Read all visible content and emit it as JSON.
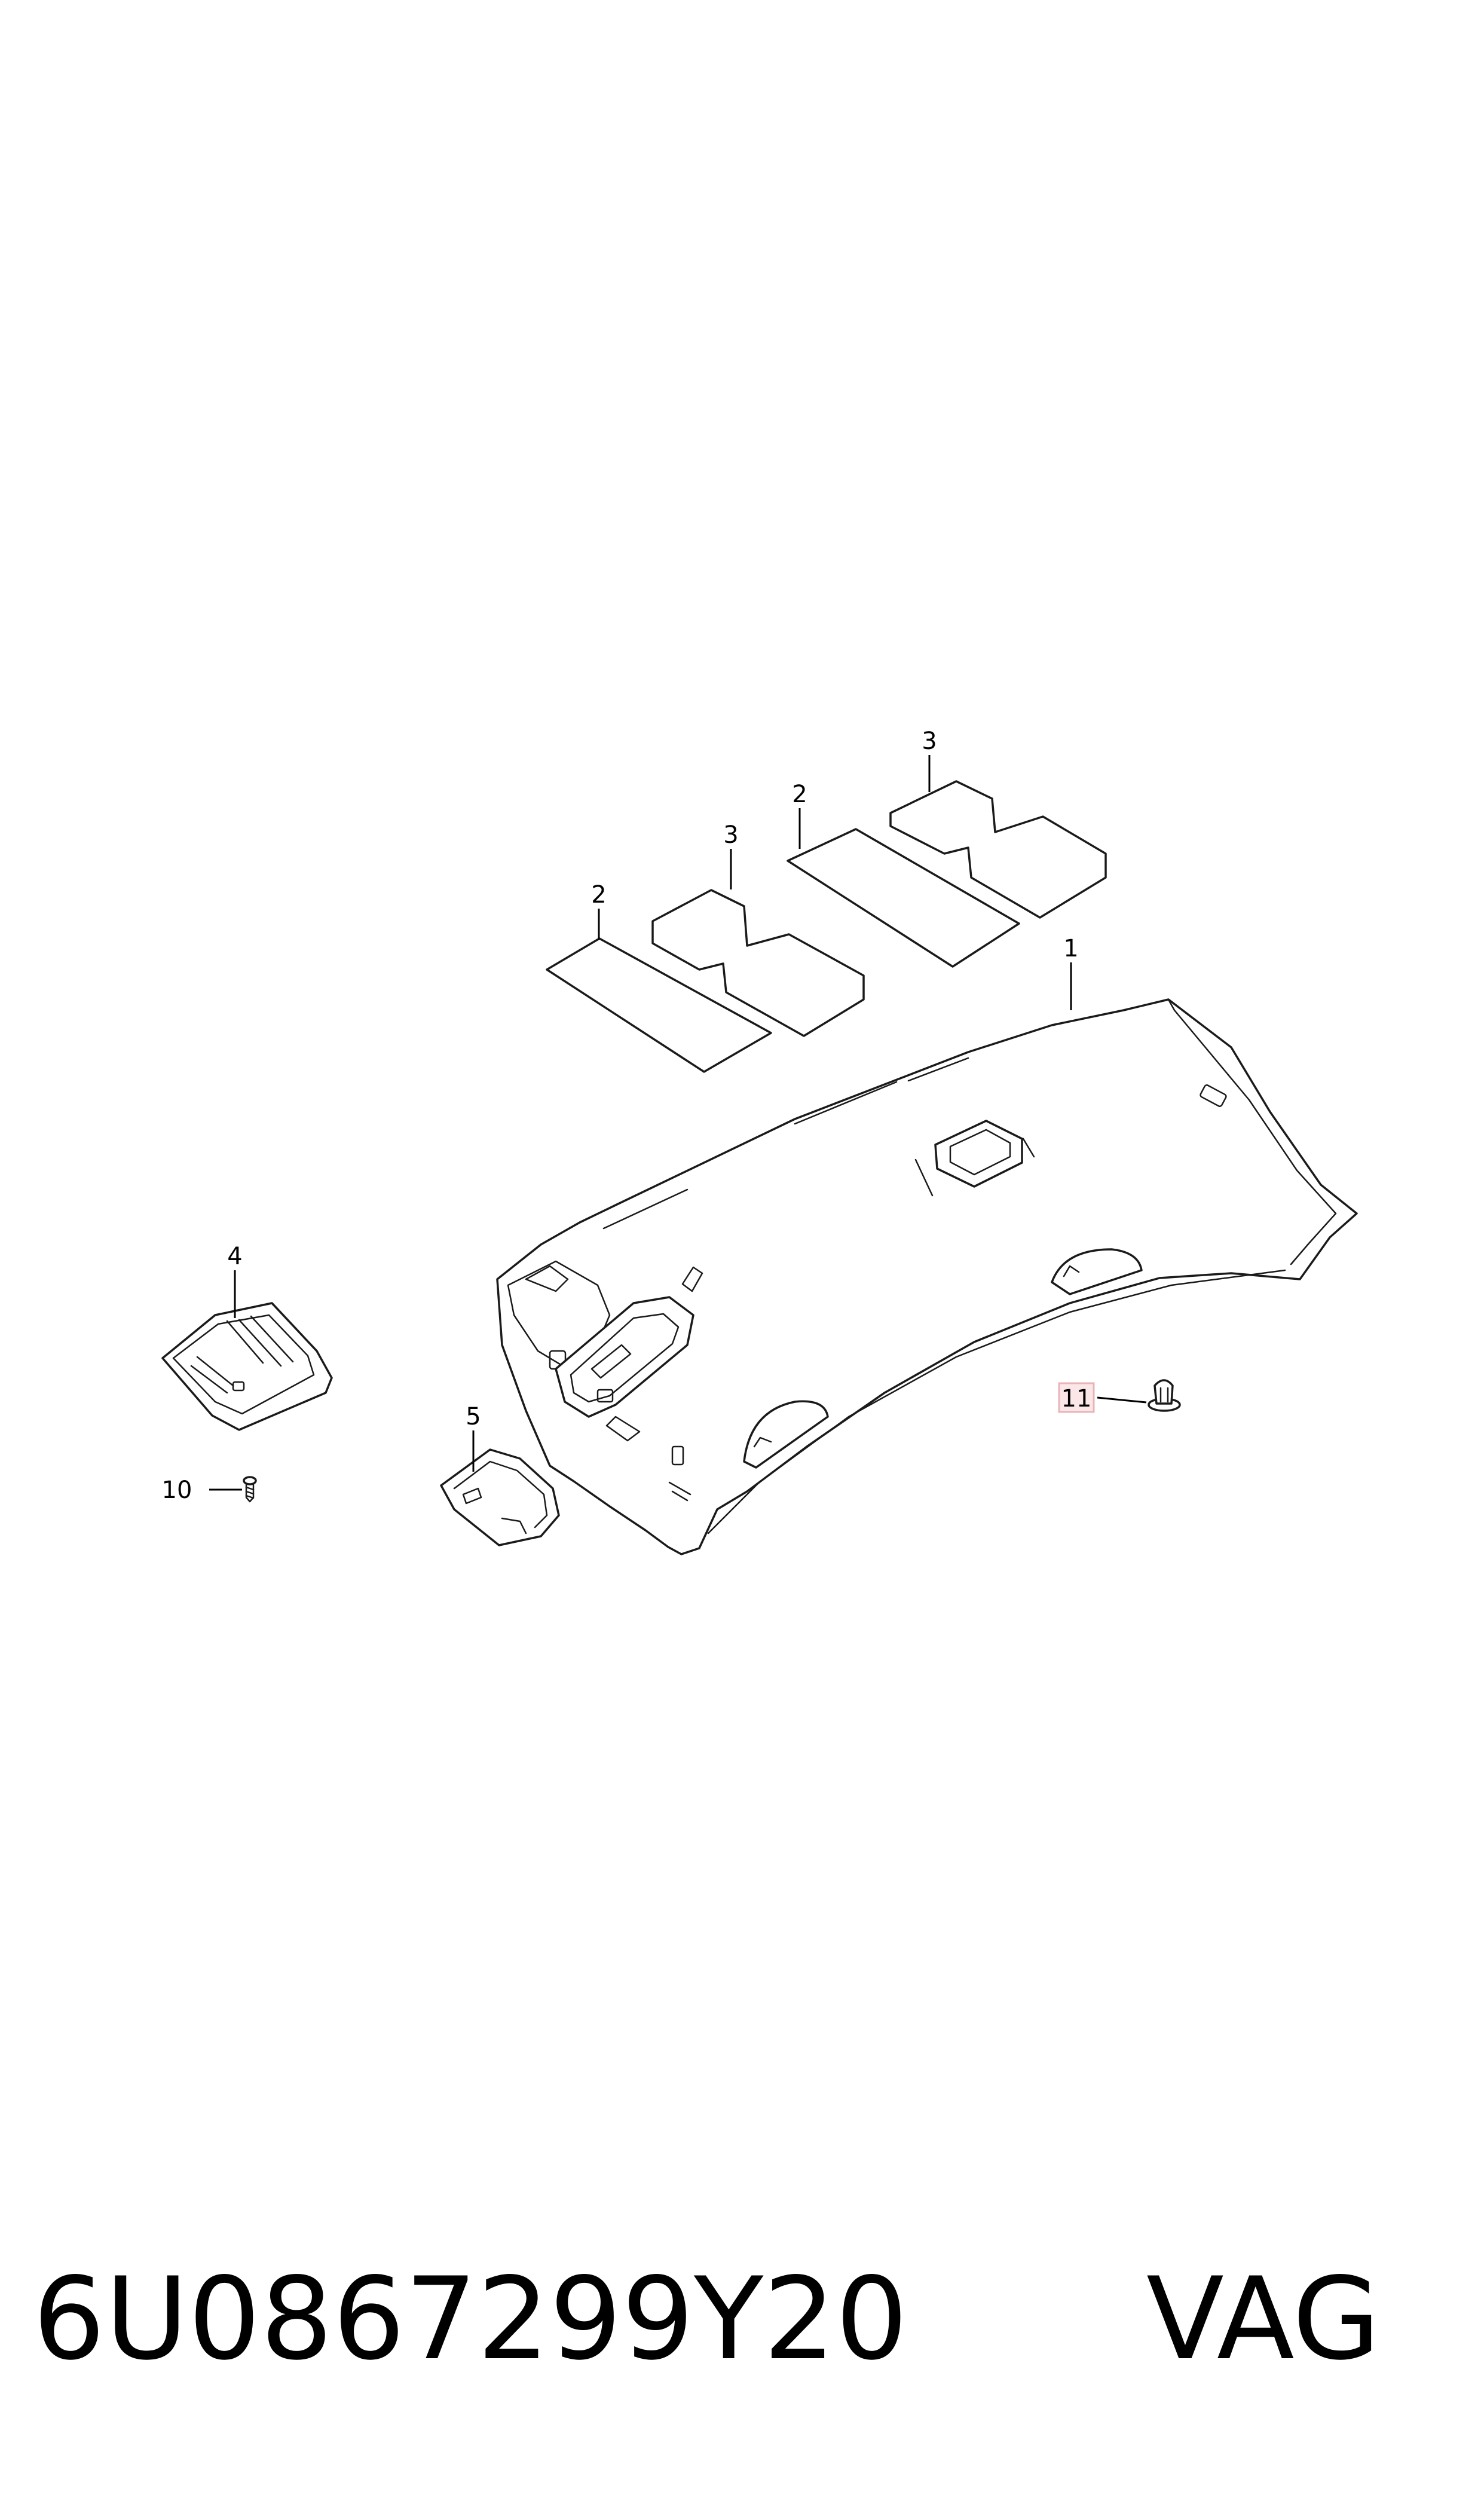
{
  "callouts": {
    "c1": "1",
    "c2a": "2",
    "c2b": "2",
    "c3a": "3",
    "c3b": "3",
    "c4": "4",
    "c5": "5",
    "c10": "10",
    "c11": "11"
  },
  "highlight_color": "#e8b4b8",
  "footer": {
    "part_number": "6U0867299Y20",
    "brand": "VAG"
  }
}
